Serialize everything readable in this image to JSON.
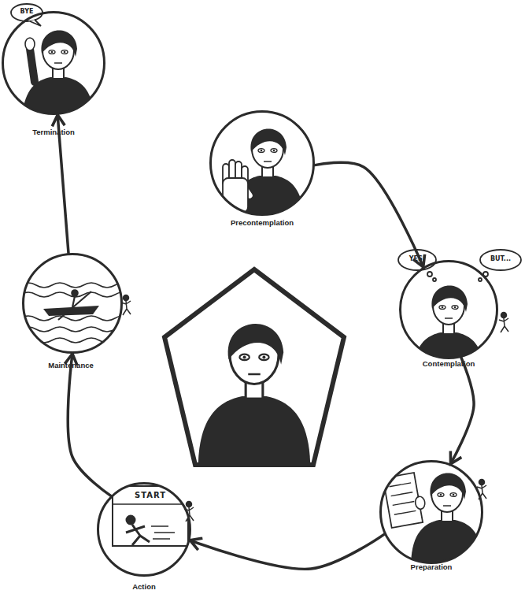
{
  "diagram": {
    "nodes": [
      {
        "text": [
          "Precontemplation"
        ]
      },
      {
        "text": [
          "YES!",
          "BUT...",
          "Contemplation"
        ]
      },
      {
        "text": [
          "Preparation"
        ]
      },
      {
        "text": [
          "START",
          "Action"
        ]
      },
      {
        "text": [
          "Maintenance"
        ]
      },
      {
        "text": [
          "BYE",
          "Termination"
        ]
      }
    ],
    "edges": [
      {
        "from": 0,
        "to": 1,
        "arrow": "to"
      },
      {
        "from": 1,
        "to": 2,
        "arrow": "to"
      },
      {
        "from": 2,
        "to": 3,
        "arrow": "to"
      },
      {
        "from": 3,
        "to": 4,
        "arrow": "to"
      },
      {
        "from": 4,
        "to": 5,
        "arrow": "to"
      }
    ]
  }
}
